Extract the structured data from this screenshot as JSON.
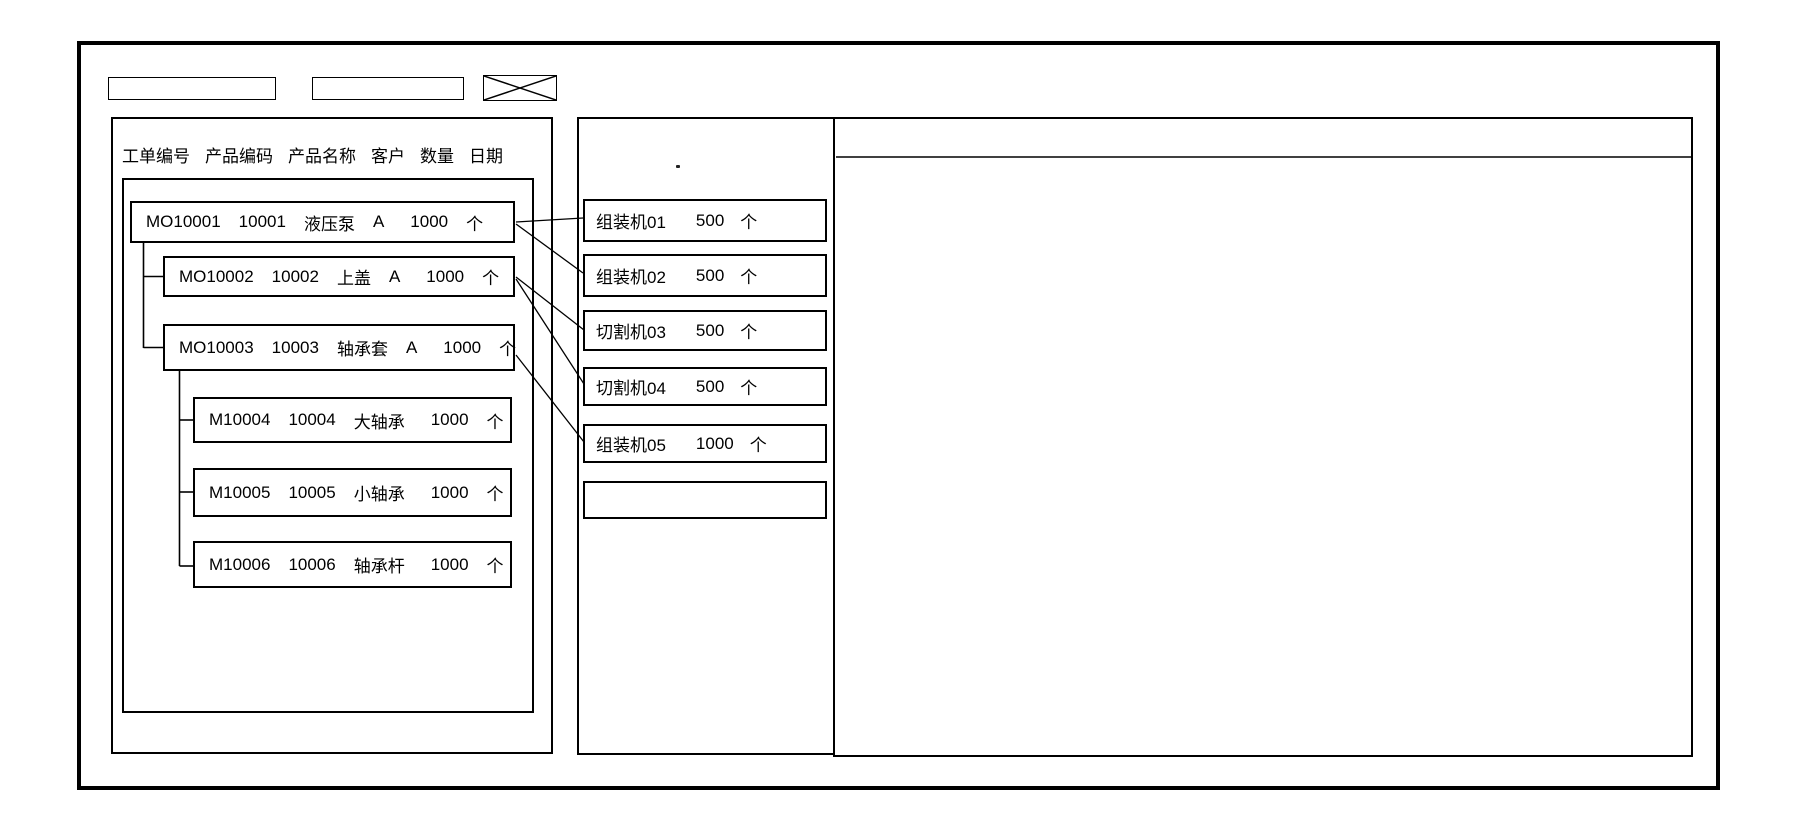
{
  "colors": {
    "line": "#000000",
    "background": "#ffffff"
  },
  "toolbar": {
    "field1_value": "",
    "field2_value": "",
    "close_label": "close"
  },
  "work_order_panel": {
    "columns": [
      "工单编号",
      "产品编码",
      "产品名称",
      "客户",
      "数量",
      "日期"
    ],
    "orders": [
      {
        "wo": "MO10001",
        "code": "10001",
        "name": "液压泵",
        "customer": "A",
        "qty": "1000",
        "unit": "个",
        "parent": ""
      },
      {
        "wo": "MO10002",
        "code": "10002",
        "name": "上盖",
        "customer": "A",
        "qty": "1000",
        "unit": "个",
        "parent": "MO10001"
      },
      {
        "wo": "MO10003",
        "code": "10003",
        "name": "轴承套",
        "customer": "A",
        "qty": "1000",
        "unit": "个",
        "parent": "MO10001"
      },
      {
        "wo": "M10004",
        "code": "10004",
        "name": "大轴承",
        "customer": "",
        "qty": "1000",
        "unit": "个",
        "parent": "MO10003"
      },
      {
        "wo": "M10005",
        "code": "10005",
        "name": "小轴承",
        "customer": "",
        "qty": "1000",
        "unit": "个",
        "parent": "MO10003"
      },
      {
        "wo": "M10006",
        "code": "10006",
        "name": "轴承杆",
        "customer": "",
        "qty": "1000",
        "unit": "个",
        "parent": "MO10003"
      }
    ]
  },
  "machine_panel": {
    "stray_mark": ".",
    "machines": [
      {
        "name": "组装机01",
        "qty": "500",
        "unit": "个"
      },
      {
        "name": "组装机02",
        "qty": "500",
        "unit": "个"
      },
      {
        "name": "切割机03",
        "qty": "500",
        "unit": "个"
      },
      {
        "name": "切割机04",
        "qty": "500",
        "unit": "个"
      },
      {
        "name": "组装机05",
        "qty": "1000",
        "unit": "个"
      },
      {
        "name": "",
        "qty": "",
        "unit": ""
      }
    ]
  },
  "connections": [
    {
      "from": "MO10001",
      "to": "组装机01"
    },
    {
      "from": "MO10001",
      "to": "组装机02"
    },
    {
      "from": "MO10002",
      "to": "切割机03"
    },
    {
      "from": "MO10002",
      "to": "切割机04"
    },
    {
      "from": "MO10003",
      "to": "组装机05"
    }
  ],
  "detail_panel": {
    "content": ""
  }
}
